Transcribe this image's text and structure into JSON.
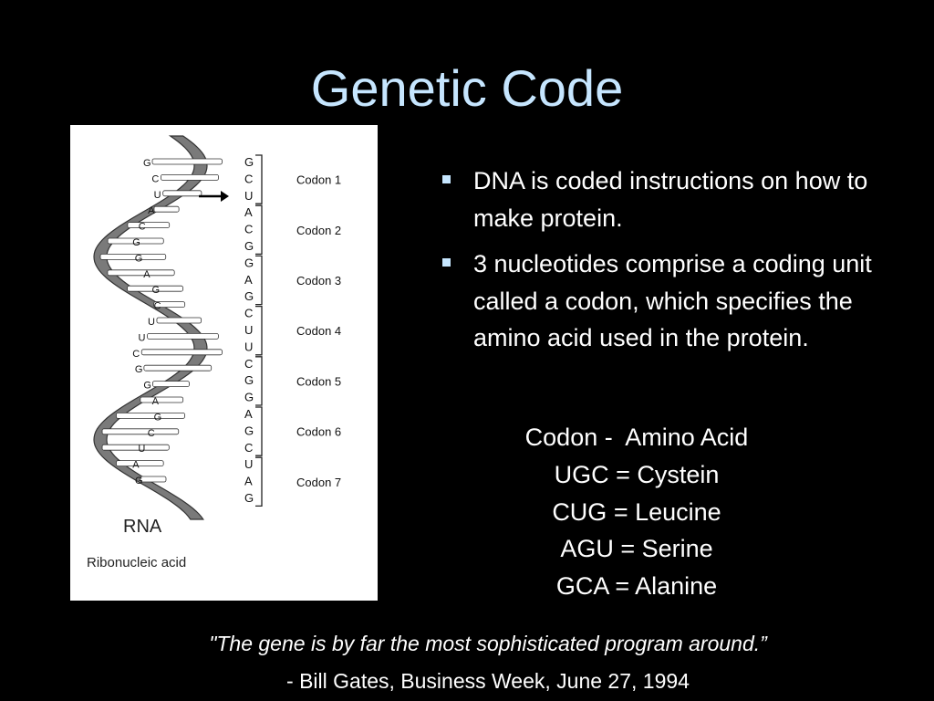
{
  "slide": {
    "title": "Genetic Code"
  },
  "figure": {
    "strand_bases": [
      "G",
      "C",
      "U",
      "A",
      "C",
      "G",
      "G",
      "A",
      "G",
      "C",
      "U",
      "U",
      "C",
      "G",
      "G",
      "A",
      "G",
      "C",
      "U",
      "A",
      "G"
    ],
    "codon_bases": [
      "G",
      "C",
      "U",
      "A",
      "C",
      "G",
      "G",
      "A",
      "G",
      "C",
      "U",
      "U",
      "C",
      "G",
      "G",
      "A",
      "G",
      "C",
      "U",
      "A",
      "G"
    ],
    "codon_labels": [
      "Codon 1",
      "Codon 2",
      "Codon 3",
      "Codon 4",
      "Codon 5",
      "Codon 6",
      "Codon 7"
    ],
    "caption_title": "RNA",
    "caption_subtitle": "Ribonucleic acid"
  },
  "bullets": [
    "DNA is coded instructions on how to make protein.",
    "3 nucleotides comprise a coding unit called a codon, which specifies the amino acid used in the protein."
  ],
  "codon_table": {
    "header": "Codon -  Amino Acid",
    "rows": [
      "UGC = Cystein",
      "CUG = Leucine",
      "AGU = Serine",
      "GCA = Alanine"
    ]
  },
  "quote": {
    "text": "\"The gene is by far the most sophisticated program around.”",
    "attribution": "- Bill Gates, Business Week, June 27, 1994"
  },
  "colors": {
    "background": "#000000",
    "title": "#c6e6ff",
    "text": "#ffffff",
    "bullet": "#c6e6ff",
    "helix": "#7a7a7a"
  }
}
